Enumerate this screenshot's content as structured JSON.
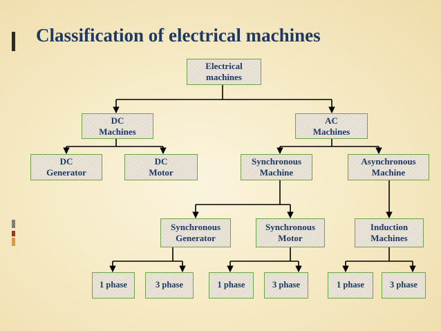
{
  "slide": {
    "title": "Classification of electrical machines",
    "accent_bar_colors": [
      "#2b2b2b",
      "#7d7d7d",
      "#a33327",
      "#e09a3a"
    ]
  },
  "nodes": {
    "root": "Electrical\nmachines",
    "dc_machines": "DC\nMachines",
    "ac_machines": "AC\nMachines",
    "dc_generator": "DC\nGenerator",
    "dc_motor": "DC\nMotor",
    "synchronous_machine": "Synchronous\nMachine",
    "asynchronous_machine": "Asynchronous\nMachine",
    "synchronous_generator": "Synchronous\nGenerator",
    "synchronous_motor": "Synchronous\nMotor",
    "induction_machines": "Induction\nMachines",
    "gen_1phase": "1 phase",
    "gen_3phase": "3 phase",
    "motor_1phase": "1 phase",
    "motor_3phase": "3 phase",
    "ind_1phase": "1 phase",
    "ind_3phase": "3 phase"
  },
  "colors": {
    "title": "#1f3864",
    "node_text": "#1f3864",
    "node_border": "#6fa04a",
    "node_fill": "#e6e1d3",
    "connector": "#000000"
  }
}
